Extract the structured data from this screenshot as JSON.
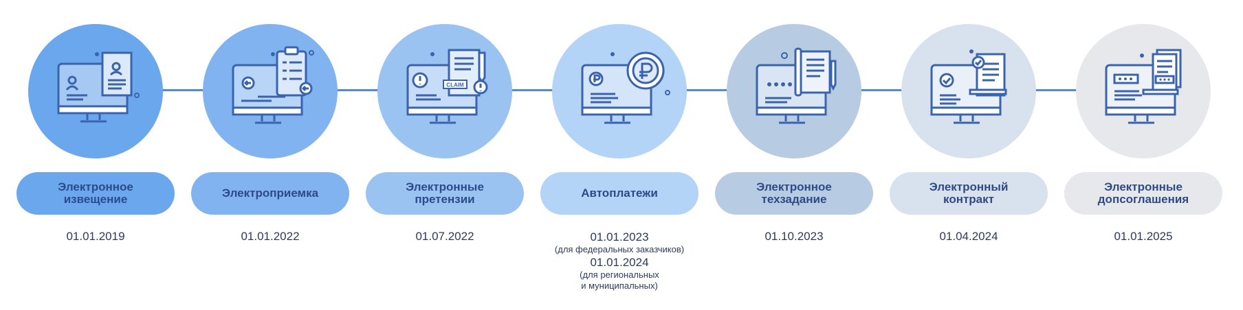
{
  "colors": {
    "line": "#5b87c4",
    "text": "#2d4a8a",
    "icon_stroke": "#3a63ad"
  },
  "stages": [
    {
      "label": "Электронное\nизвещение",
      "date": "01.01.2019",
      "icon": "notice-document-icon",
      "circle_color": "#6aa7ed",
      "pill_color": "#6aa7ed"
    },
    {
      "label": "Электроприемка",
      "date": "01.01.2022",
      "icon": "acceptance-clipboard-icon",
      "circle_color": "#80b3ef",
      "pill_color": "#80b3ef"
    },
    {
      "label": "Электронные\nпретензии",
      "date": "01.07.2022",
      "icon": "claim-icon",
      "circle_color": "#9ac3f2",
      "pill_color": "#9ac3f2"
    },
    {
      "label": "Автоплатежи",
      "dates": [
        {
          "date": "01.01.2023",
          "note": "(для федеральных заказчиков)"
        },
        {
          "date": "01.01.2024",
          "note": "(для региональных\nи муниципальных)"
        }
      ],
      "icon": "ruble-payment-icon",
      "circle_color": "#b3d3f7",
      "pill_color": "#b3d3f7"
    },
    {
      "label": "Электронное\nтехзадание",
      "date": "01.10.2023",
      "icon": "tech-spec-icon",
      "circle_color": "#b7cce3",
      "pill_color": "#b7cce3"
    },
    {
      "label": "Электронный\nконтракт",
      "date": "01.04.2024",
      "icon": "contract-check-icon",
      "circle_color": "#d8e2ee",
      "pill_color": "#d8e2ee"
    },
    {
      "label": "Электронные\nдопсоглашения",
      "date": "01.01.2025",
      "icon": "agreement-icon",
      "circle_color": "#e6e8eb",
      "pill_color": "#e6e8eb"
    }
  ]
}
